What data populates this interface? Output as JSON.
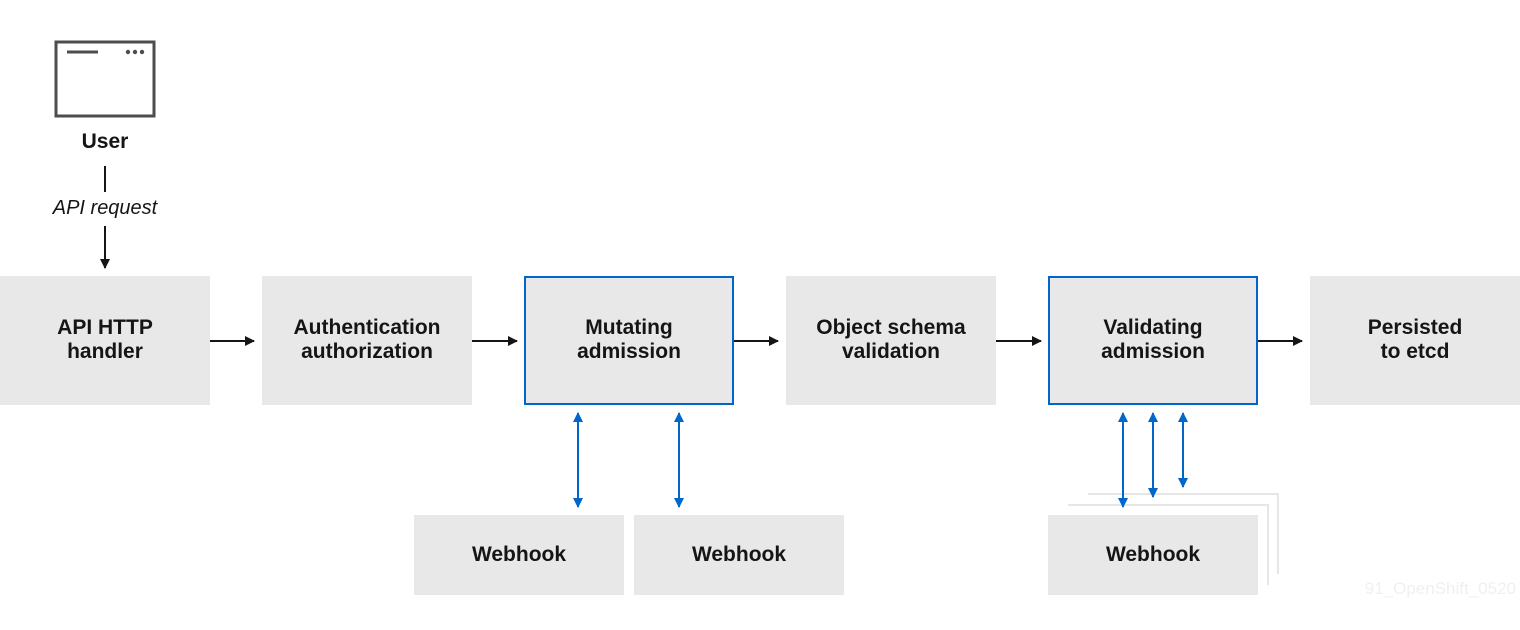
{
  "user": {
    "label": "User",
    "icon": "browser-window-icon"
  },
  "request_label": "API request",
  "stages": [
    {
      "id": "api-http-handler",
      "lines": [
        "API HTTP",
        "handler"
      ],
      "highlighted": false
    },
    {
      "id": "authentication-authorization",
      "lines": [
        "Authentication",
        "authorization"
      ],
      "highlighted": false
    },
    {
      "id": "mutating-admission",
      "lines": [
        "Mutating",
        "admission"
      ],
      "highlighted": true
    },
    {
      "id": "object-schema-validation",
      "lines": [
        "Object schema",
        "validation"
      ],
      "highlighted": false
    },
    {
      "id": "validating-admission",
      "lines": [
        "Validating",
        "admission"
      ],
      "highlighted": true
    },
    {
      "id": "persisted-to-etcd",
      "lines": [
        "Persisted",
        "to etcd"
      ],
      "highlighted": false
    }
  ],
  "webhooks": [
    {
      "label": "Webhook",
      "attached_to": "mutating-admission"
    },
    {
      "label": "Webhook",
      "attached_to": "mutating-admission"
    },
    {
      "label": "Webhook",
      "attached_to": "validating-admission",
      "stacked": true
    }
  ],
  "watermark": "91_OpenShift_0520",
  "colors": {
    "box_fill": "#e8e8e8",
    "highlight_stroke": "#0066cc",
    "webhook_arrow": "#0066cc",
    "flow_arrow": "#151515",
    "text": "#151515",
    "icon_stroke": "#4d4d4d"
  }
}
